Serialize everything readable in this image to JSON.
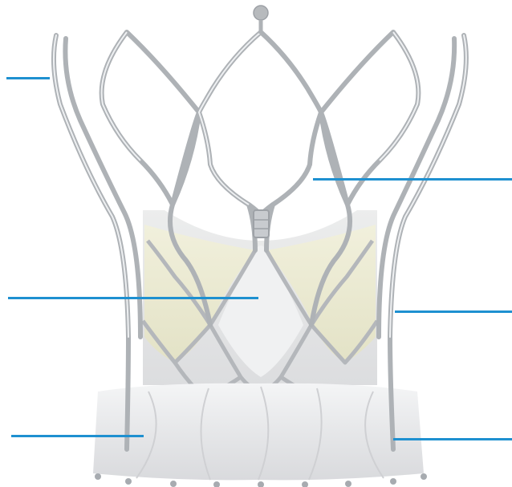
{
  "image": {
    "subject": "transcatheter-heart-valve-render",
    "frame_color": "#b9bcc0",
    "frame_highlight": "#eef0f2",
    "leaflet_color": "#efeed6",
    "skirt_color": "#e9eaec",
    "leader_color": "#1e90d0"
  },
  "callouts": [
    {
      "id": "commissural-post-left"
    },
    {
      "id": "outflow-frame"
    },
    {
      "id": "leaflet-left"
    },
    {
      "id": "inner-frame-right"
    },
    {
      "id": "outer-skirt-left"
    },
    {
      "id": "outer-skirt-right"
    }
  ]
}
